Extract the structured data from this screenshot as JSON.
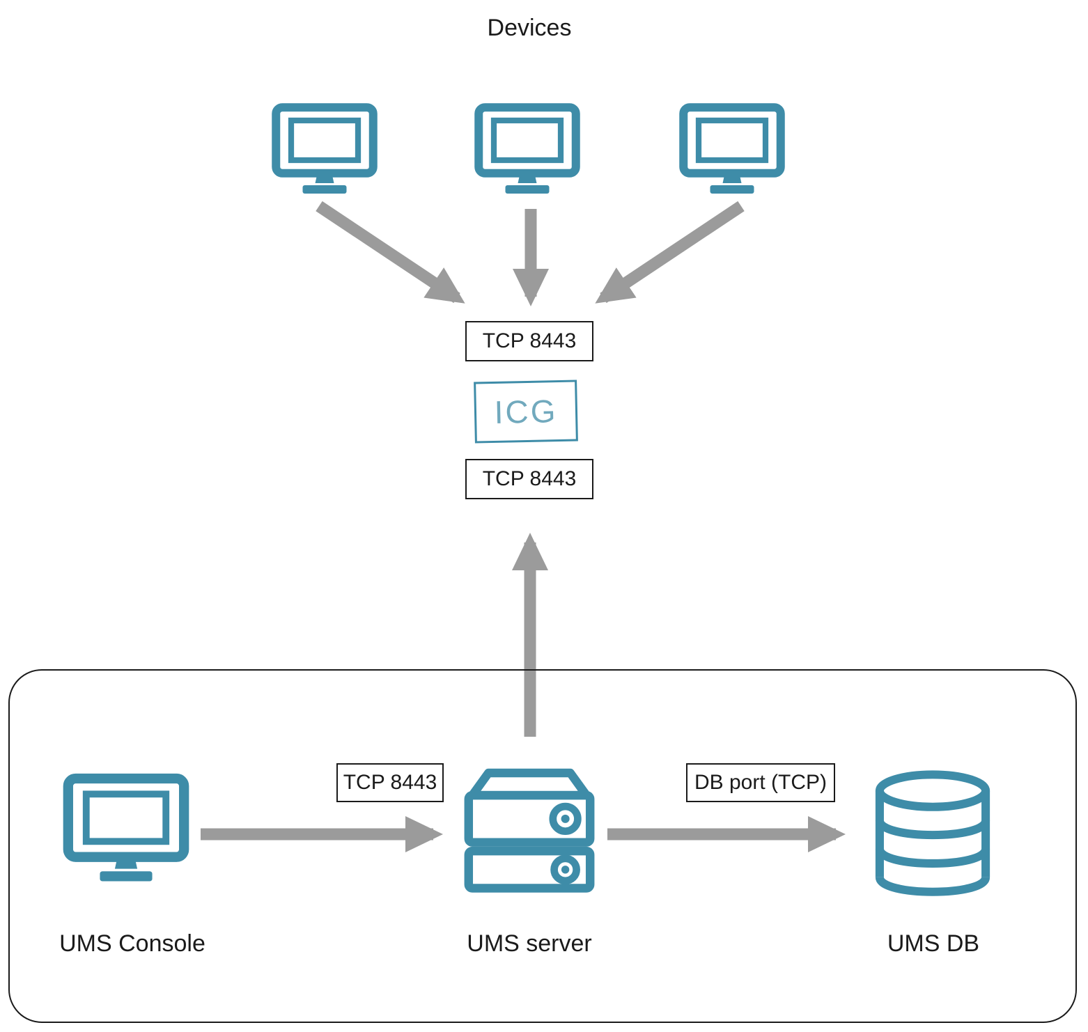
{
  "title": "Devices",
  "ports": {
    "tcp_top": "TCP 8443",
    "tcp_bottom": "TCP 8443",
    "tcp_console": "TCP 8443",
    "db_port": "DB port (TCP)"
  },
  "nodes": {
    "icg": "ICG",
    "ums_console": "UMS Console",
    "ums_server": "UMS server",
    "ums_db": "UMS DB"
  },
  "colors": {
    "icon_teal": "#3e8ca8",
    "arrow_gray": "#9b9b9b",
    "icg_text": "#71a9bd",
    "outline": "#1a1a1a"
  }
}
